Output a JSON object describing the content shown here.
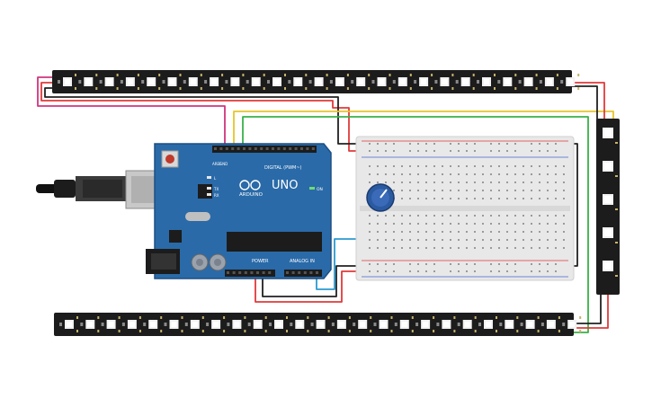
{
  "arduino": {
    "model_label": "UNO",
    "brand_label": "ARDUINO",
    "digital_label": "DIGITAL (PWM~)",
    "power_label": "POWER",
    "analog_label": "ANALOG IN",
    "on_label": "ON",
    "tx_label": "TX",
    "rx_label": "RX",
    "l_label": "L",
    "aref_label": "AREF",
    "gnd_label": "GND"
  },
  "colors": {
    "board": "#2a6aa8",
    "board_edge": "#1c4f82",
    "strip": "#1c1c1c",
    "breadboard": "#e8e8e8",
    "wire_red": "#e03a3a",
    "wire_black": "#202020",
    "wire_yellow": "#e8c52a",
    "wire_green": "#3ab04a",
    "wire_magenta": "#d0357c",
    "wire_blue": "#2a9bd0",
    "pot": "#2a5aa0"
  },
  "icons": {
    "usb": "usb-connector-icon",
    "power_jack": "dc-jack-icon",
    "potentiometer": "potentiometer-icon",
    "reset": "reset-button-icon"
  }
}
